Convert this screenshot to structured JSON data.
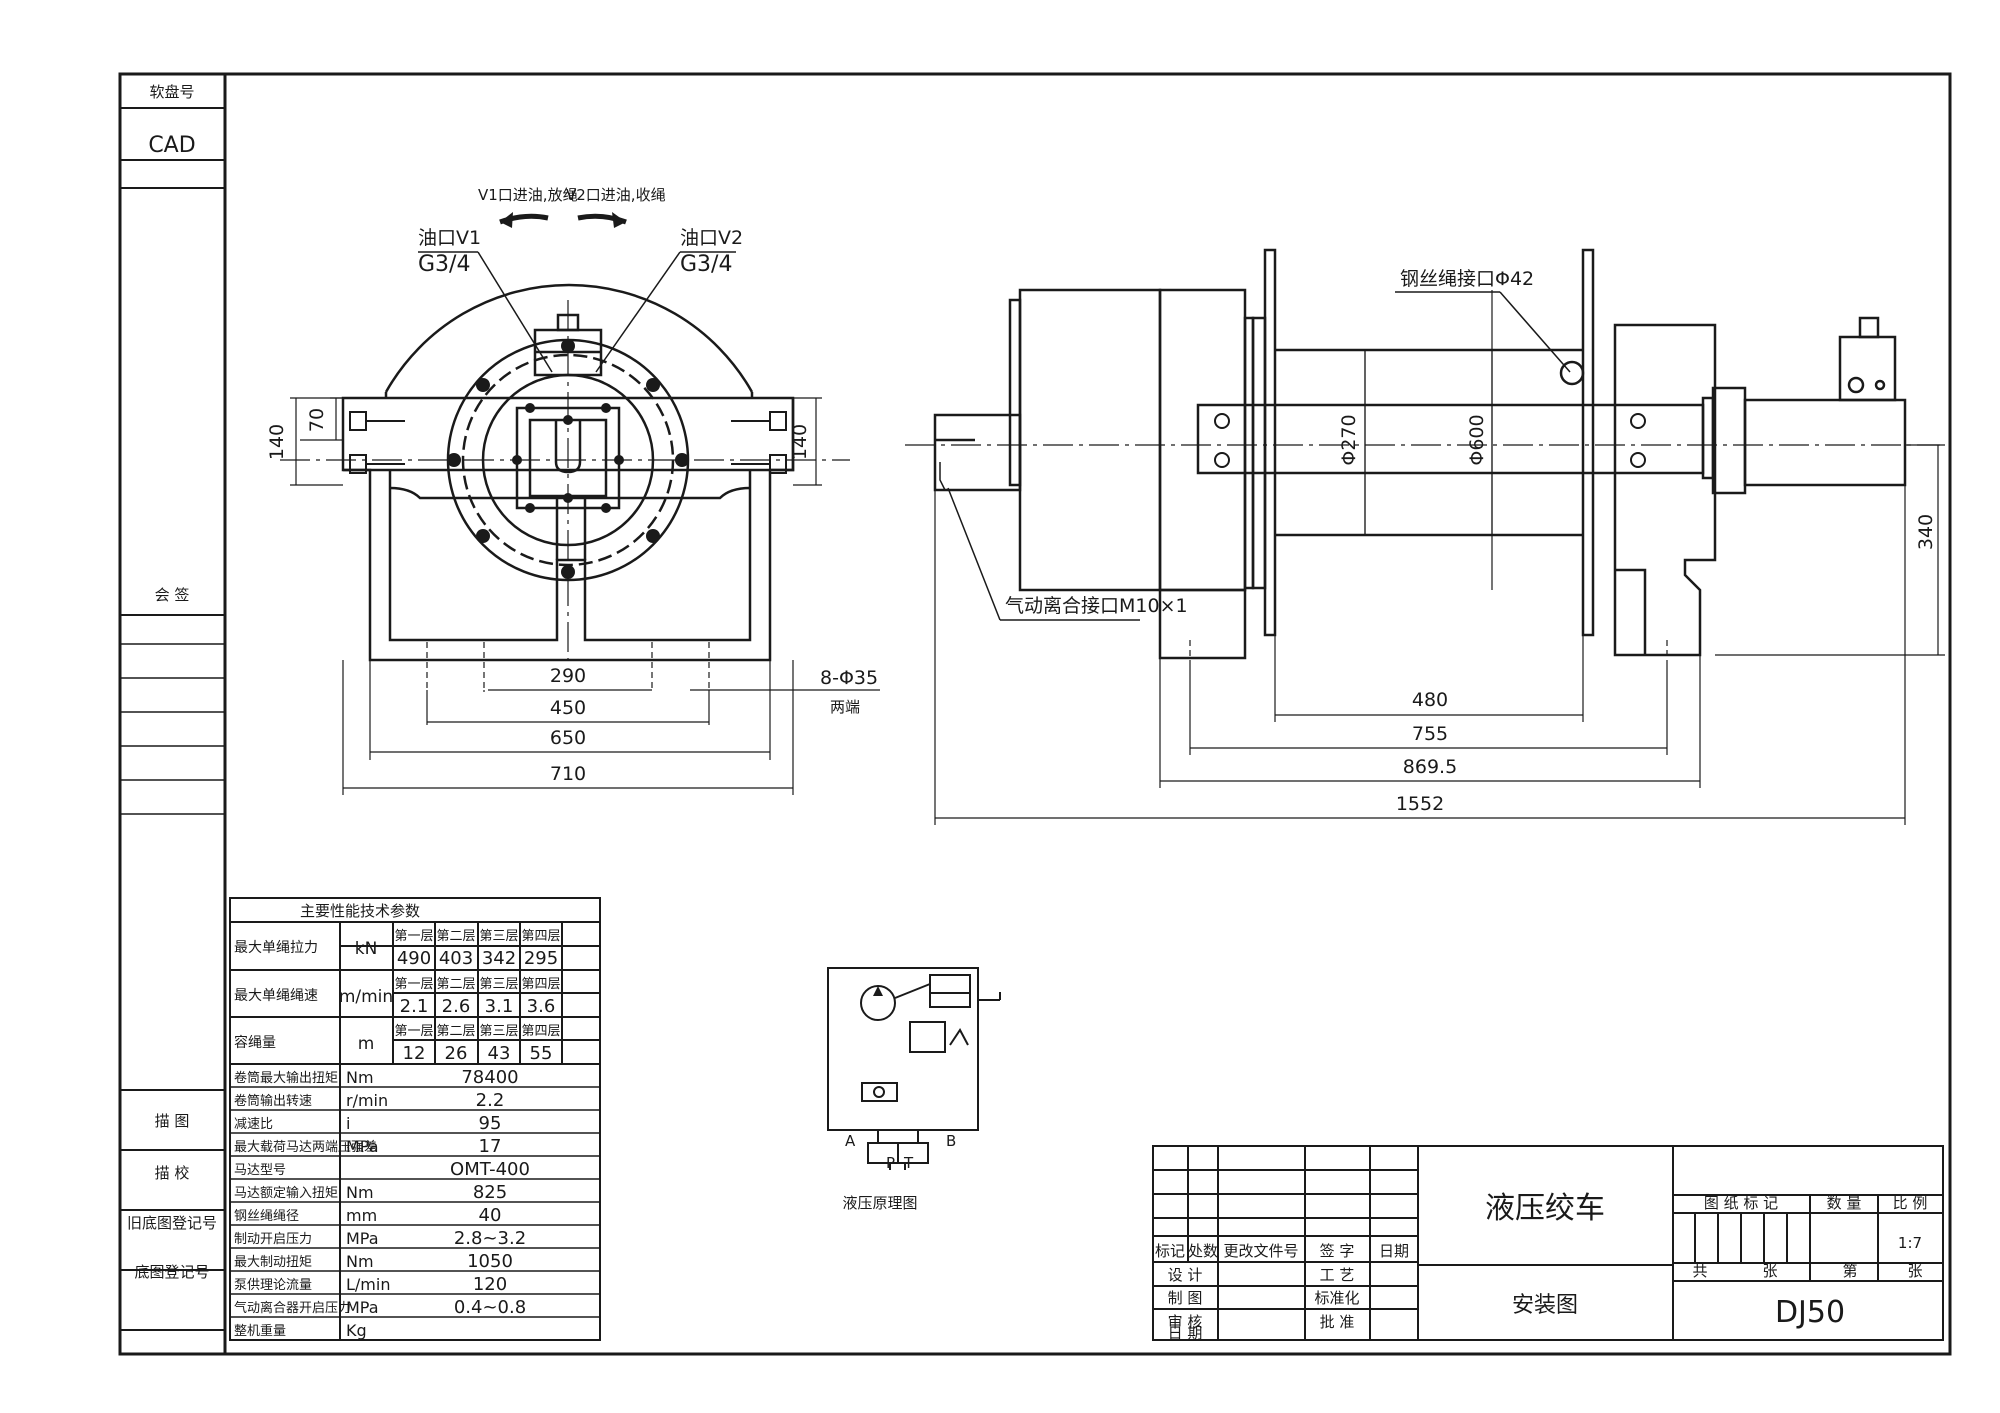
{
  "left_column": {
    "file_no_label": "软盘号",
    "cad_label": "CAD",
    "sign_label": "会 签",
    "trace_label": "描 图",
    "check_label": "描 校",
    "old_reg_label": "旧底图登记号",
    "base_reg_label": "底图登记号"
  },
  "front_view": {
    "rotate_left_label": "V1口进油,放绳",
    "rotate_right_label": "V2口进油,收绳",
    "port_v1_label": "油口V1",
    "port_v1_thread": "G3/4",
    "port_v2_label": "油口V2",
    "port_v2_thread": "G3/4",
    "dim_70": "70",
    "dim_140_left": "140",
    "dim_140_right": "140",
    "dim_290": "290",
    "dim_450": "450",
    "dim_650": "650",
    "dim_710": "710",
    "holes_label": "8-Φ35",
    "holes_note": "两端"
  },
  "side_view": {
    "rope_port_label": "钢丝绳接口Φ42",
    "clutch_port_label": "气动离合接口M10×1",
    "dia_270": "Φ270",
    "dia_600": "Φ600",
    "dim_340": "340",
    "dim_480": "480",
    "dim_755": "755",
    "dim_869": "869.5",
    "dim_1552": "1552"
  },
  "specs": {
    "title": "主要性能技术参数",
    "layer_headers": [
      "第一层",
      "第二层",
      "第三层",
      "第四层"
    ],
    "rows": [
      {
        "name": "最大单绳拉力",
        "unit": "kN",
        "layers": [
          "490",
          "403",
          "342",
          "295"
        ]
      },
      {
        "name": "最大单绳绳速",
        "unit": "m/min",
        "layers": [
          "2.1",
          "2.6",
          "3.1",
          "3.6"
        ]
      },
      {
        "name": "容绳量",
        "unit": "m",
        "layers": [
          "12",
          "26",
          "43",
          "55"
        ]
      }
    ],
    "single_rows": [
      {
        "name": "卷筒最大输出扭矩",
        "unit": "Nm",
        "value": "78400"
      },
      {
        "name": "卷筒输出转速",
        "unit": "r/min",
        "value": "2.2"
      },
      {
        "name": "减速比",
        "unit": "i",
        "value": "95"
      },
      {
        "name": "最大载荷马达两端压强差",
        "unit": "MPa",
        "value": "17"
      },
      {
        "name": "马达型号",
        "unit": "",
        "value": "OMT-400"
      },
      {
        "name": "马达额定输入扭矩",
        "unit": "Nm",
        "value": "825"
      },
      {
        "name": "钢丝绳绳径",
        "unit": "mm",
        "value": "40"
      },
      {
        "name": "制动开启压力",
        "unit": "MPa",
        "value": "2.8~3.2"
      },
      {
        "name": "最大制动扭矩",
        "unit": "Nm",
        "value": "1050"
      },
      {
        "name": "泵供理论流量",
        "unit": "L/min",
        "value": "120"
      },
      {
        "name": "气动离合器开启压力",
        "unit": "MPa",
        "value": "0.4~0.8"
      },
      {
        "name": "整机重量",
        "unit": "Kg",
        "value": ""
      }
    ]
  },
  "hydraulic": {
    "caption": "液压原理图",
    "port_a": "A",
    "port_b": "B",
    "port_p": "P",
    "port_t": "T"
  },
  "title_block": {
    "product_name": "液压绞车",
    "drawing_type": "安装图",
    "drawing_no": "DJ50",
    "scale": "1:7",
    "mark_label": "图 纸 标 记",
    "weight_label": "数 量",
    "scale_label": "比 例",
    "total_label": "共",
    "sheet_label": "张",
    "page_label": "第",
    "page_label2": "张",
    "rev_mark": "标记",
    "rev_place": "处数",
    "rev_doc": "更改文件号",
    "rev_sign": "签 字",
    "rev_date": "日期",
    "design": "设 计",
    "craft": "工 艺",
    "draw": "制 图",
    "standard": "标准化",
    "review": "审 核",
    "approve": "批 准",
    "date": "日 期"
  }
}
